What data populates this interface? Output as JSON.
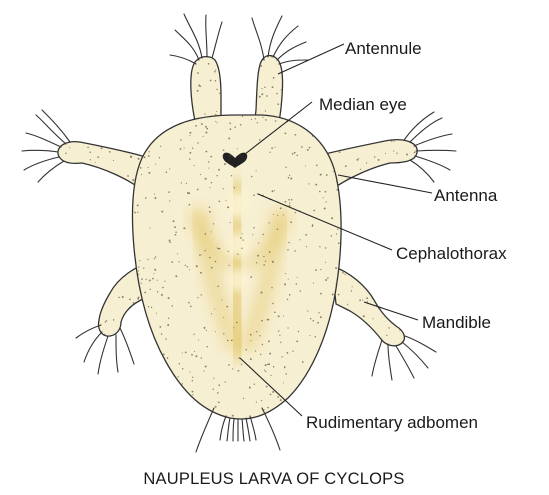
{
  "labels": {
    "antennule": "Antennule",
    "median_eye": "Median eye",
    "antenna": "Antenna",
    "cephalothorax": "Cephalothorax",
    "mandible": "Mandible",
    "rudimentary_abdomen": "Rudimentary adbomen"
  },
  "caption": "NAUPLEUS LARVA OF CYCLOPS",
  "colors": {
    "body_fill": "#f7efd2",
    "outline": "#333333",
    "inner_yellow": "#e1c35e",
    "eye": "#222222",
    "speckle": "#5a5040"
  }
}
